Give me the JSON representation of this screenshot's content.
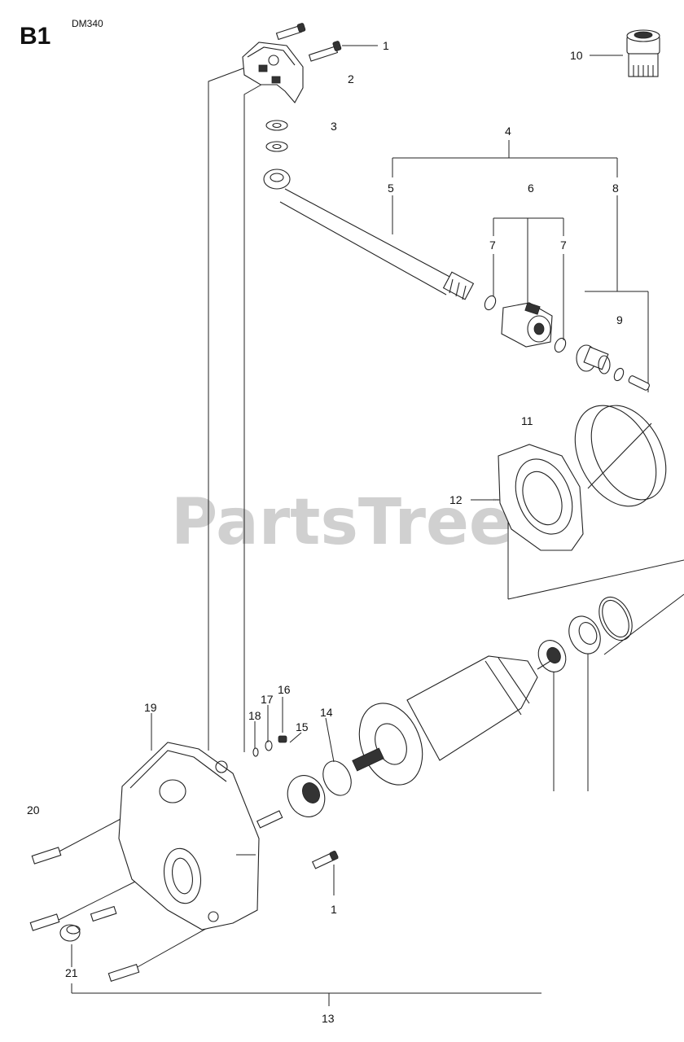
{
  "header": {
    "section": "B1",
    "model": "DM340"
  },
  "watermark": {
    "text": "PartsTree",
    "mark": "™"
  },
  "callouts": [
    {
      "id": "c1a",
      "num": "1"
    },
    {
      "id": "c2",
      "num": "2"
    },
    {
      "id": "c3",
      "num": "3"
    },
    {
      "id": "c4",
      "num": "4"
    },
    {
      "id": "c5",
      "num": "5"
    },
    {
      "id": "c6",
      "num": "6"
    },
    {
      "id": "c7a",
      "num": "7"
    },
    {
      "id": "c7b",
      "num": "7"
    },
    {
      "id": "c8",
      "num": "8"
    },
    {
      "id": "c9",
      "num": "9"
    },
    {
      "id": "c10",
      "num": "10"
    },
    {
      "id": "c11",
      "num": "11"
    },
    {
      "id": "c12",
      "num": "12"
    },
    {
      "id": "c13",
      "num": "13"
    },
    {
      "id": "c14",
      "num": "14"
    },
    {
      "id": "c15",
      "num": "15"
    },
    {
      "id": "c16",
      "num": "16"
    },
    {
      "id": "c17",
      "num": "17"
    },
    {
      "id": "c18",
      "num": "18"
    },
    {
      "id": "c19",
      "num": "19"
    },
    {
      "id": "c20",
      "num": "20"
    },
    {
      "id": "c21",
      "num": "21"
    },
    {
      "id": "c1b",
      "num": "1"
    }
  ]
}
